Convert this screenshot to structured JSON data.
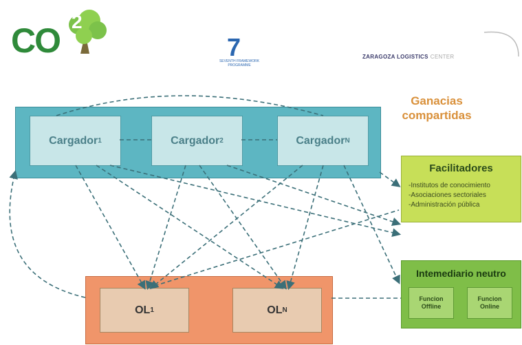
{
  "logos": {
    "co2_text": "CO",
    "co2_superscript": "2",
    "fp7_numeral": "7",
    "fp7_caption": "SEVENTH FRAMEWORK PROGRAMME",
    "zlc_name": "ZARAGOZA LOGISTICS",
    "zlc_suffix": "CENTER"
  },
  "ganancias": {
    "line1": "Ganacias",
    "line2": "compartidas"
  },
  "cargadores": [
    {
      "label": "Cargador",
      "sub": "1"
    },
    {
      "label": "Cargador",
      "sub": "2"
    },
    {
      "label": "Cargador",
      "sub": "N"
    }
  ],
  "ols": [
    {
      "label": "OL",
      "sub": "1"
    },
    {
      "label": "OL",
      "sub": "N"
    }
  ],
  "facilitadores": {
    "title": "Facilitadores",
    "items": [
      "-Institutos de conocimiento",
      "-Asociaciones sectoriales",
      "-Administración pública"
    ]
  },
  "intermediario": {
    "title": "Intemediario neutro",
    "boxes": [
      "Funcion\nOffline",
      "Funcion\nOnline"
    ]
  },
  "colors": {
    "cargador_bar": "#5db6c2",
    "ol_bar": "#f0956a",
    "facilitadores": "#c7df58",
    "intermediario": "#7fbe48",
    "arrows": "#3b6f78",
    "ganancias_text": "#d9903a"
  }
}
